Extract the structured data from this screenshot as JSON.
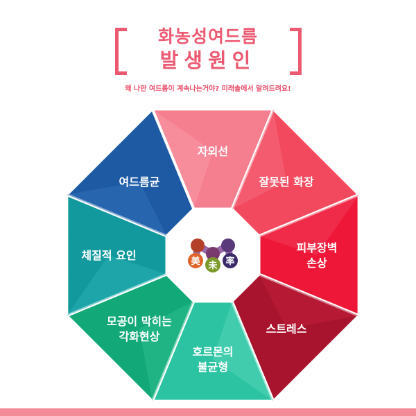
{
  "header": {
    "title_line1": "화농성여드름",
    "title_line2": "발생원인",
    "subtitle": "왜 나만 여드름이 계속나는거야? 미래솔에서 알려드려요!"
  },
  "segments": [
    {
      "id": "uv",
      "lines": [
        "자외선"
      ],
      "color": "#f57e8f",
      "shade": "#f897a6"
    },
    {
      "id": "wrong-makeup",
      "lines": [
        "잘못된 화장"
      ],
      "color": "#f2495e",
      "shade": "#f56a7c"
    },
    {
      "id": "skin-barrier",
      "lines": [
        "피부장벽",
        "손상"
      ],
      "color": "#ee1738",
      "shade": "#f23c57"
    },
    {
      "id": "stress",
      "lines": [
        "스트레스"
      ],
      "color": "#a8142d",
      "shade": "#c01d39"
    },
    {
      "id": "hormone",
      "lines": [
        "호르몬의",
        "불균형"
      ],
      "color": "#2cc3a2",
      "shade": "#52d4b6"
    },
    {
      "id": "keratinization",
      "lines": [
        "모공이 막히는",
        "각화현상"
      ],
      "color": "#12a878",
      "shade": "#2bbc8c"
    },
    {
      "id": "constitution",
      "lines": [
        "체질적 요인"
      ],
      "color": "#11999e",
      "shade": "#28aeb2"
    },
    {
      "id": "acne-bacteria",
      "lines": [
        "여드름균"
      ],
      "color": "#1e5aa4",
      "shade": "#3270b8"
    }
  ],
  "logo": {
    "chars": [
      "美",
      "未",
      "率"
    ],
    "dot_colors": [
      "#b4402a",
      "#7a3a6e",
      "#5a3a7a"
    ],
    "circle_colors": [
      "#e0652a",
      "#7c9a2a",
      "#3a2a6a"
    ],
    "link_color": "#9a6aa8"
  }
}
